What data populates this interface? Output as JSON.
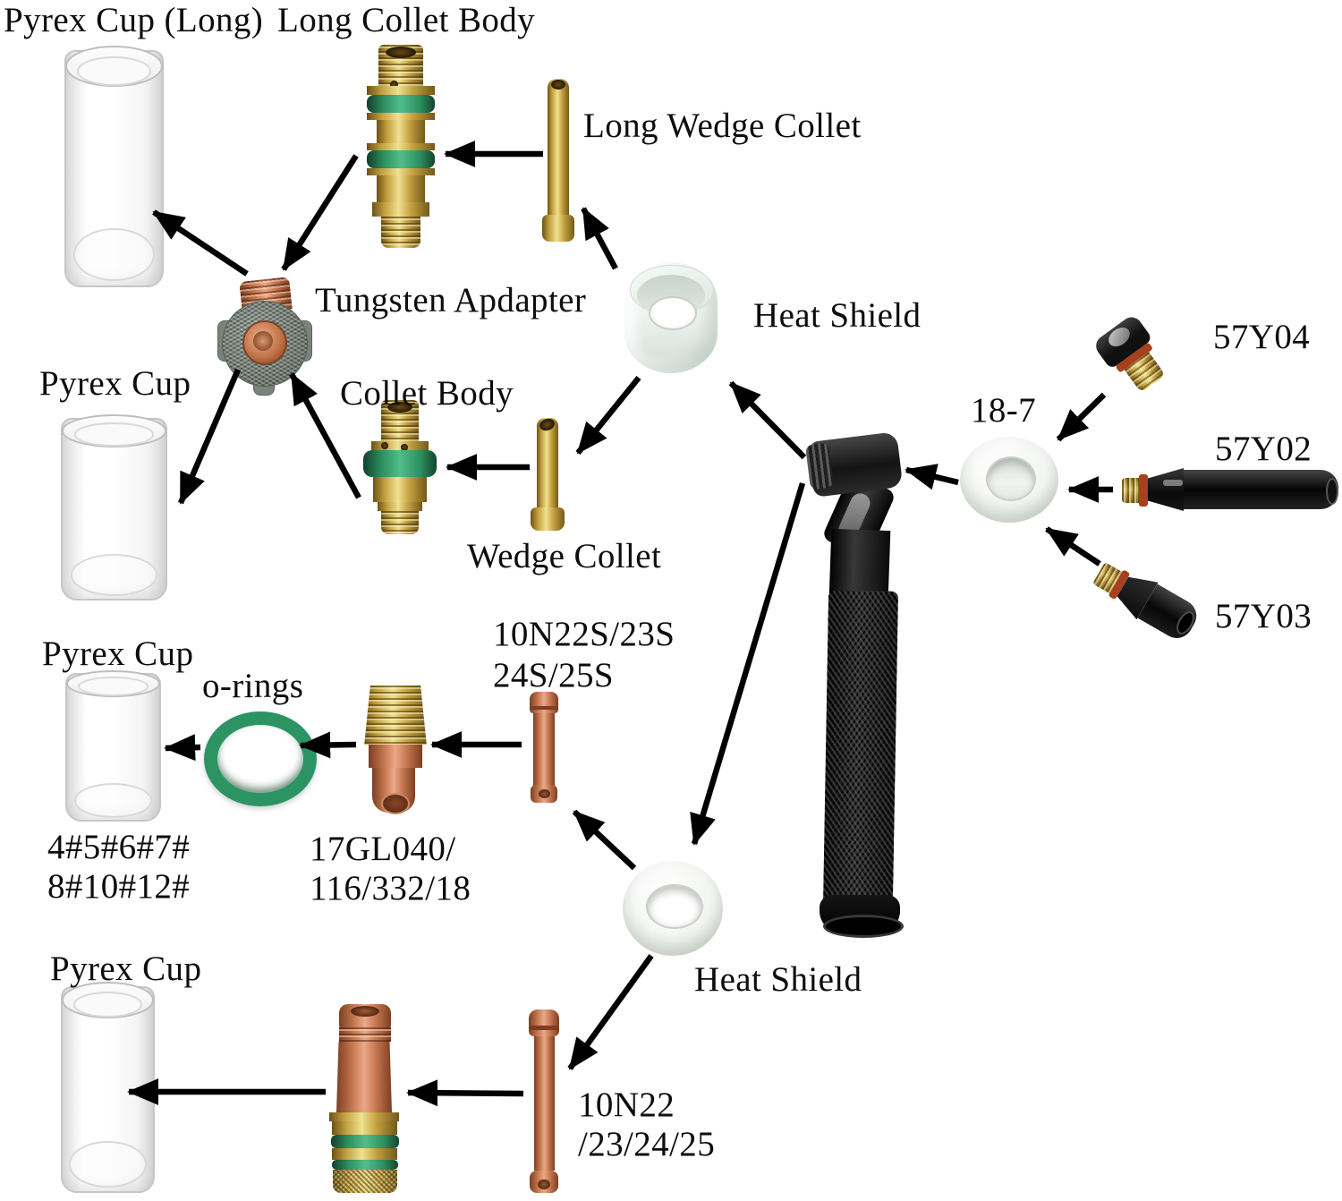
{
  "labels": {
    "pyrex_cup_long": "Pyrex Cup (Long)",
    "long_collet_body": "Long Collet Body",
    "long_wedge_collet": "Long Wedge Collet",
    "tungsten_adapter": "Tungsten Apdapter",
    "heat_shield_top": "Heat Shield",
    "pyrex_cup_mid": "Pyrex Cup",
    "collet_body": "Collet Body",
    "wedge_collet": "Wedge Collet",
    "cap_57y04": "57Y04",
    "gasket_18_7": "18-7",
    "cap_57y02": "57Y02",
    "cap_57y03": "57Y03",
    "pyrex_cup_row3": "Pyrex Cup",
    "o_rings": "o-rings",
    "collet_10n22s_line1": "10N22S/23S",
    "collet_10n22s_line2": "24S/25S",
    "cup_sizes_line1": "4#5#6#7#",
    "cup_sizes_line2": "8#10#12#",
    "gas_lens_line1": "17GL040/",
    "gas_lens_line2": "116/332/18",
    "heat_shield_bottom": "Heat Shield",
    "pyrex_cup_row4": "Pyrex Cup",
    "collet_10n22_line1": "10N22",
    "collet_10n22_line2": "/23/24/25"
  },
  "colors": {
    "background": "#ffffff",
    "text": "#0d0d0d",
    "arrow": "#000000",
    "brass": "#c3a040",
    "copper": "#bc6f48",
    "o_ring_green": "#2c9463",
    "ceramic_white": "#eef3ef",
    "torch_black": "#141414",
    "seal_orange": "#a8401d",
    "adapter_gray": "#77827a"
  }
}
